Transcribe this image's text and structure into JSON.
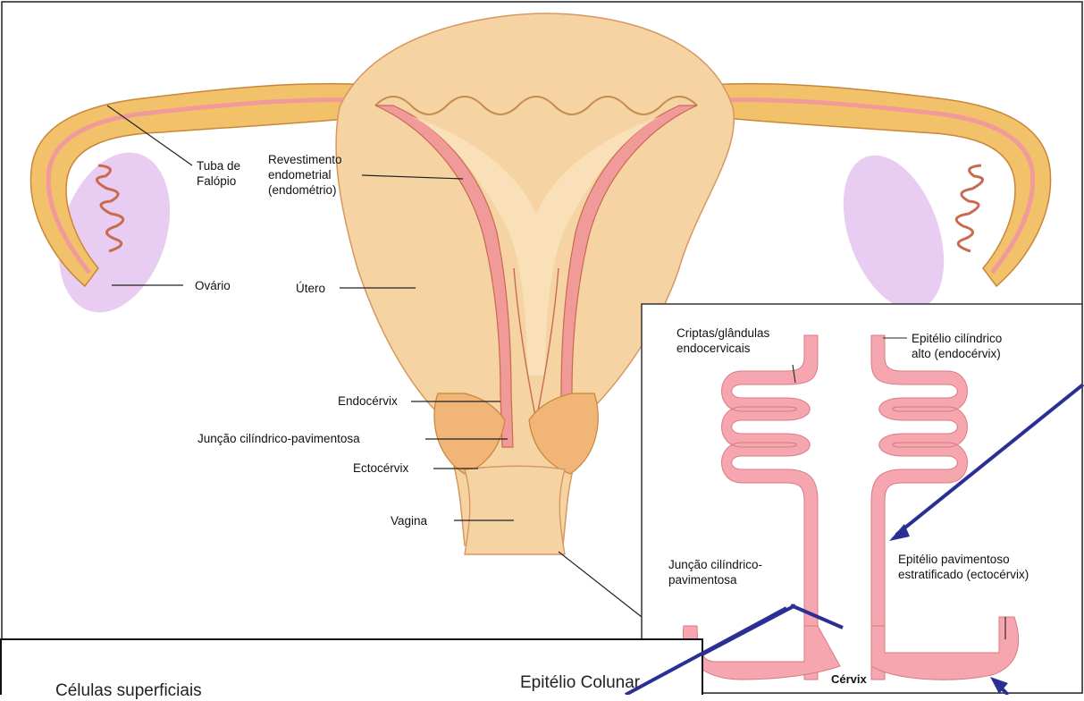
{
  "colors": {
    "tissue_fill": "#f6d3a3",
    "tissue_light": "#fbe4bd",
    "tube_fill": "#f2c26a",
    "lining_pink": "#f09a9a",
    "lining_edge": "#c96a4e",
    "ovary": "#e6c6ef",
    "inset_pink": "#f6a6ae",
    "arrow_blue": "#2b2f93",
    "leader": "#222222"
  },
  "labels": {
    "tuba": "Tuba de\nFalópio",
    "revestimento": "Revestimento\nendometrial\n(endométrio)",
    "ovario": "Ovário",
    "utero": "Útero",
    "endocervix": "Endocérvix",
    "juncao": "Junção cilíndrico-pavimentosa",
    "ectocervix": "Ectocérvix",
    "vagina": "Vagina"
  },
  "inset": {
    "criptas": "Criptas/glândulas\nendocervicais",
    "epitelio_cilindrico": "Epitélio cilíndrico\nalto (endocérvix)",
    "juncao": "Junção cilíndrico-\npavimentosa",
    "epitelio_pavimentoso": "Epitélio pavimentoso\nestratificado (ectocérvix)",
    "title": "Cérvix"
  },
  "bottom_panel": {
    "left_label": "Células superficiais",
    "right_label": "Epitélio Colunar"
  }
}
